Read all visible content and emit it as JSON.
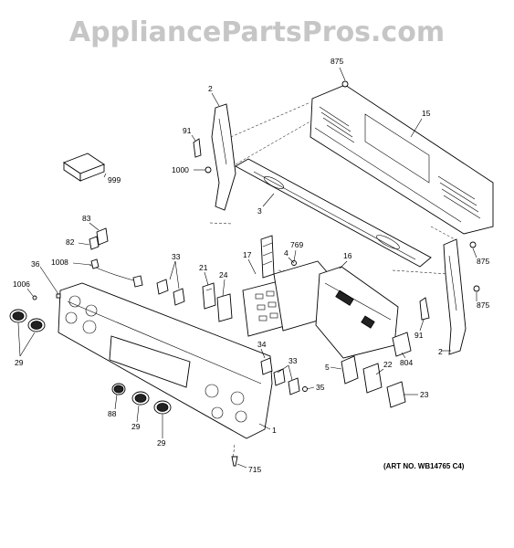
{
  "watermark": "AppliancePartsPros.com",
  "art_number": "(ART NO. WB14765 C4)",
  "callouts": [
    {
      "id": "c875a",
      "text": "875"
    },
    {
      "id": "c2a",
      "text": "2"
    },
    {
      "id": "c15",
      "text": "15"
    },
    {
      "id": "c91a",
      "text": "91"
    },
    {
      "id": "c1000",
      "text": "1000"
    },
    {
      "id": "c999",
      "text": "999"
    },
    {
      "id": "c3",
      "text": "3"
    },
    {
      "id": "c83",
      "text": "83"
    },
    {
      "id": "c82",
      "text": "82"
    },
    {
      "id": "c33a",
      "text": "33"
    },
    {
      "id": "c1008",
      "text": "1008"
    },
    {
      "id": "c36",
      "text": "36"
    },
    {
      "id": "c21",
      "text": "21"
    },
    {
      "id": "c24",
      "text": "24"
    },
    {
      "id": "c17",
      "text": "17"
    },
    {
      "id": "c4",
      "text": "4"
    },
    {
      "id": "c769",
      "text": "769"
    },
    {
      "id": "c16",
      "text": "16"
    },
    {
      "id": "c875b",
      "text": "875"
    },
    {
      "id": "c875c",
      "text": "875"
    },
    {
      "id": "c1006",
      "text": "1006"
    },
    {
      "id": "c29a",
      "text": "29"
    },
    {
      "id": "c34",
      "text": "34"
    },
    {
      "id": "c33b",
      "text": "33"
    },
    {
      "id": "c91b",
      "text": "91"
    },
    {
      "id": "c2b",
      "text": "2"
    },
    {
      "id": "c804",
      "text": "804"
    },
    {
      "id": "c5",
      "text": "5"
    },
    {
      "id": "c22",
      "text": "22"
    },
    {
      "id": "c35",
      "text": "35"
    },
    {
      "id": "c23",
      "text": "23"
    },
    {
      "id": "c88",
      "text": "88"
    },
    {
      "id": "c29b",
      "text": "29"
    },
    {
      "id": "c29c",
      "text": "29"
    },
    {
      "id": "c1",
      "text": "1"
    },
    {
      "id": "c715",
      "text": "715"
    }
  ]
}
